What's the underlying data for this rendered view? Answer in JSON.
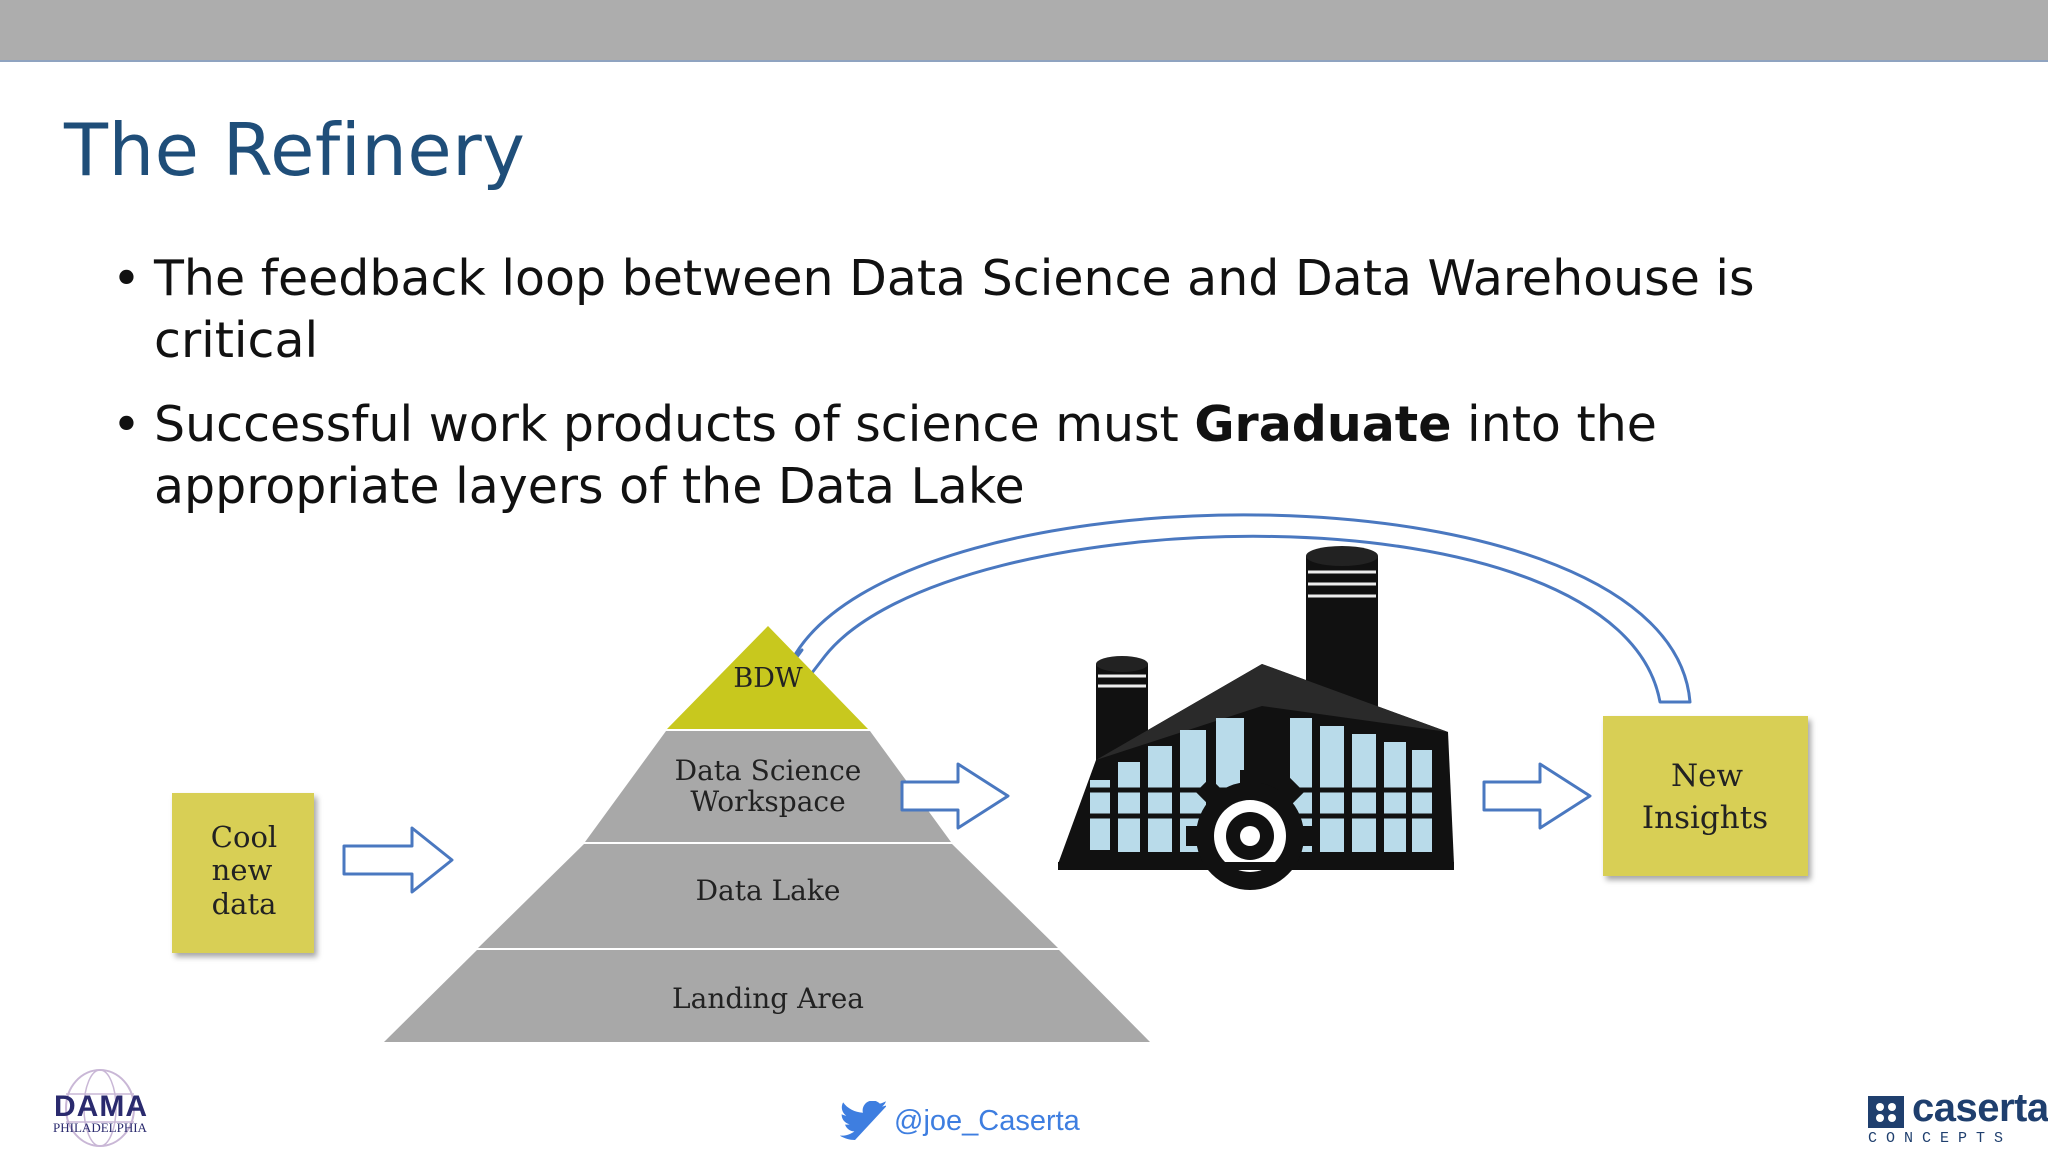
{
  "slide": {
    "title": "The Refinery",
    "bullets": [
      {
        "before": "The feedback loop between Data Science and Data Warehouse is critical",
        "bold": "",
        "after": ""
      },
      {
        "before": "Successful work products of science must ",
        "bold": "Graduate",
        "after": " into the appropriate layers of the Data Lake"
      }
    ]
  },
  "diagram": {
    "input_box": [
      "Cool",
      "new",
      "data"
    ],
    "pyramid_layers": [
      {
        "label": "BDW",
        "color": "#c8c81e"
      },
      {
        "label_lines": [
          "Data Science",
          "Workspace"
        ],
        "color": "#a8a8a8"
      },
      {
        "label": "Data Lake",
        "color": "#a8a8a8"
      },
      {
        "label": "Landing Area",
        "color": "#a8a8a8"
      }
    ],
    "output_box": [
      "New",
      "Insights"
    ],
    "box_color": "#d8cf55",
    "arrow_color": "#4a78c0",
    "factory_icon": "factory-gear-icon"
  },
  "footer": {
    "handle": "@joe_Caserta",
    "left_logo": {
      "word": "DAMA",
      "sub": "PHILADELPHIA"
    },
    "right_logo": {
      "word": "caserta",
      "sub": "CONCEPTS"
    }
  }
}
